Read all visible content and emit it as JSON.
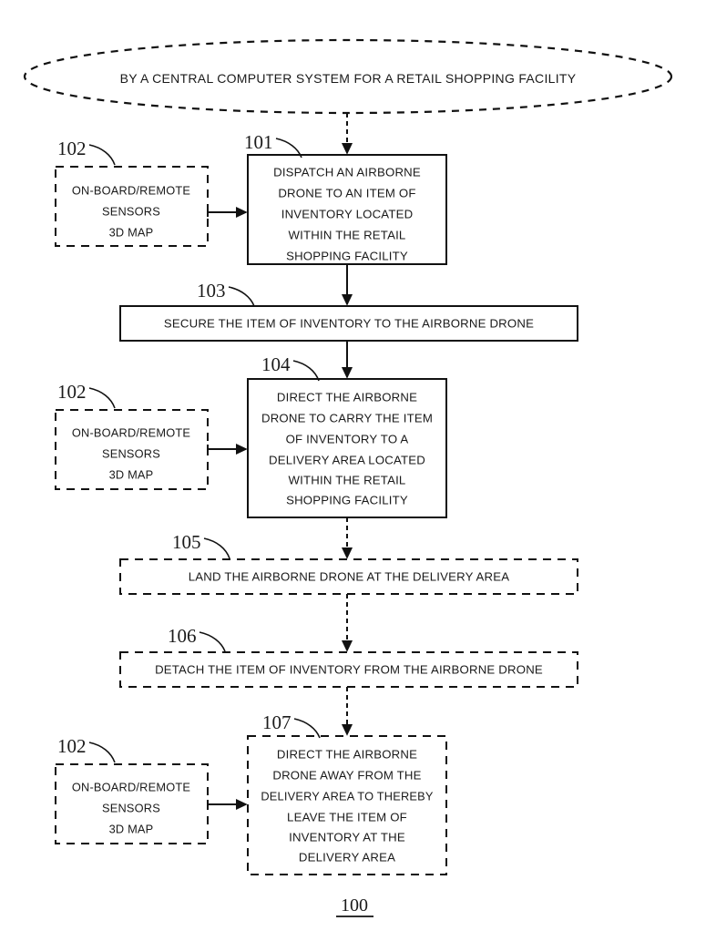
{
  "figure": {
    "number": "100",
    "title_banner": "BY A CENTRAL COMPUTER SYSTEM FOR A RETAIL SHOPPING FACILITY",
    "banner_ref": "",
    "background_color": "#ffffff",
    "ink_color": "#111111"
  },
  "sensor_ref_label": "102",
  "sensor_box": {
    "line1": "ON-BOARD/REMOTE",
    "line2": "SENSORS",
    "line3": "3D MAP"
  },
  "sensor_boxes": [
    {
      "ref": "102",
      "line1": "ON-BOARD/REMOTE",
      "line2": "SENSORS",
      "line3": "3D MAP",
      "border": "dashed"
    },
    {
      "ref": "102",
      "line1": "ON-BOARD/REMOTE",
      "line2": "SENSORS",
      "line3": "3D MAP",
      "border": "dashed"
    },
    {
      "ref": "102",
      "line1": "ON-BOARD/REMOTE",
      "line2": "SENSORS",
      "line3": "3D MAP",
      "border": "dashed"
    }
  ],
  "steps": [
    {
      "ref": "101",
      "border": "solid",
      "lines": [
        "DISPATCH AN AIRBORNE",
        "DRONE TO AN ITEM OF",
        "INVENTORY LOCATED",
        "WITHIN THE RETAIL",
        "SHOPPING FACILITY"
      ]
    },
    {
      "ref": "103",
      "border": "solid",
      "lines": [
        "SECURE THE ITEM OF INVENTORY TO THE AIRBORNE DRONE"
      ]
    },
    {
      "ref": "104",
      "border": "solid",
      "lines": [
        "DIRECT THE AIRBORNE",
        "DRONE TO CARRY THE ITEM",
        "OF INVENTORY TO A",
        "DELIVERY AREA LOCATED",
        "WITHIN THE RETAIL",
        "SHOPPING FACILITY"
      ]
    },
    {
      "ref": "105",
      "border": "dashed",
      "lines": [
        "LAND THE AIRBORNE DRONE AT THE DELIVERY AREA"
      ]
    },
    {
      "ref": "106",
      "border": "dashed",
      "lines": [
        "DETACH THE ITEM OF INVENTORY FROM THE AIRBORNE DRONE"
      ]
    },
    {
      "ref": "107",
      "border": "dashed",
      "lines": [
        "DIRECT THE AIRBORNE",
        "DRONE AWAY FROM THE",
        "DELIVERY AREA TO THEREBY",
        "LEAVE THE ITEM OF",
        "INVENTORY AT THE",
        "DELIVERY AREA"
      ]
    }
  ],
  "chart_data": {
    "type": "table",
    "title": "Drone inventory delivery process flow 100",
    "nodes": [
      {
        "id": "banner",
        "ref": "",
        "shape": "ellipse-dashed",
        "text": "BY A CENTRAL COMPUTER SYSTEM FOR A RETAIL SHOPPING FACILITY"
      },
      {
        "id": "101",
        "ref": "101",
        "shape": "rect-solid",
        "text": "DISPATCH AN AIRBORNE DRONE TO AN ITEM OF INVENTORY LOCATED WITHIN THE RETAIL SHOPPING FACILITY"
      },
      {
        "id": "102a",
        "ref": "102",
        "shape": "rect-dashed",
        "text": "ON-BOARD/REMOTE SENSORS 3D MAP"
      },
      {
        "id": "103",
        "ref": "103",
        "shape": "rect-solid",
        "text": "SECURE THE ITEM OF INVENTORY TO THE AIRBORNE DRONE"
      },
      {
        "id": "104",
        "ref": "104",
        "shape": "rect-solid",
        "text": "DIRECT THE AIRBORNE DRONE TO CARRY THE ITEM OF INVENTORY TO A DELIVERY AREA LOCATED WITHIN THE RETAIL SHOPPING FACILITY"
      },
      {
        "id": "102b",
        "ref": "102",
        "shape": "rect-dashed",
        "text": "ON-BOARD/REMOTE SENSORS 3D MAP"
      },
      {
        "id": "105",
        "ref": "105",
        "shape": "rect-dashed",
        "text": "LAND THE AIRBORNE DRONE AT THE DELIVERY AREA"
      },
      {
        "id": "106",
        "ref": "106",
        "shape": "rect-dashed",
        "text": "DETACH THE ITEM OF INVENTORY FROM THE AIRBORNE DRONE"
      },
      {
        "id": "107",
        "ref": "107",
        "shape": "rect-dashed",
        "text": "DIRECT THE AIRBORNE DRONE AWAY FROM THE DELIVERY AREA TO THEREBY LEAVE THE ITEM OF INVENTORY AT THE DELIVERY AREA"
      },
      {
        "id": "102c",
        "ref": "102",
        "shape": "rect-dashed",
        "text": "ON-BOARD/REMOTE SENSORS 3D MAP"
      }
    ],
    "edges": [
      {
        "from": "banner",
        "to": "101",
        "style": "dashed",
        "direction": "down"
      },
      {
        "from": "102a",
        "to": "101",
        "style": "solid",
        "direction": "right"
      },
      {
        "from": "101",
        "to": "103",
        "style": "solid",
        "direction": "down"
      },
      {
        "from": "103",
        "to": "104",
        "style": "solid",
        "direction": "down"
      },
      {
        "from": "102b",
        "to": "104",
        "style": "solid",
        "direction": "right"
      },
      {
        "from": "104",
        "to": "105",
        "style": "dashed",
        "direction": "down"
      },
      {
        "from": "105",
        "to": "106",
        "style": "dashed",
        "direction": "down"
      },
      {
        "from": "106",
        "to": "107",
        "style": "dashed",
        "direction": "down"
      },
      {
        "from": "102c",
        "to": "107",
        "style": "solid",
        "direction": "right"
      }
    ]
  }
}
